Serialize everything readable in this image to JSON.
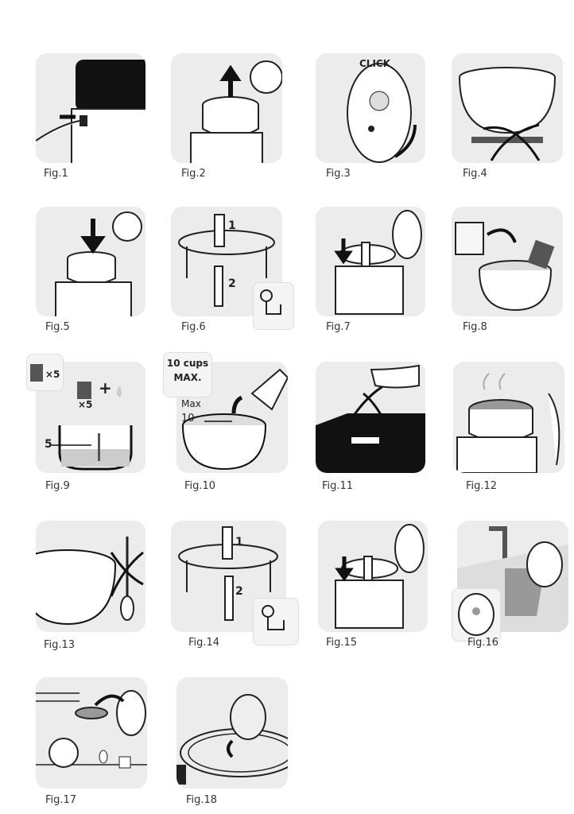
{
  "figures": [
    {
      "label": "Fig.1"
    },
    {
      "label": "Fig.2"
    },
    {
      "label": "Fig.3",
      "text": "CLICK"
    },
    {
      "label": "Fig.4"
    },
    {
      "label": "Fig.5"
    },
    {
      "label": "Fig.6",
      "step1": "1",
      "step2": "2"
    },
    {
      "label": "Fig.7"
    },
    {
      "label": "Fig.8"
    },
    {
      "label": "Fig.9",
      "inset_text": "×5",
      "cup_text": "×5",
      "plus": "+",
      "level": "5"
    },
    {
      "label": "Fig.10",
      "inset_line1": "10 cups",
      "inset_line2": "MAX.",
      "max_line1": "Max",
      "max_line2": "10"
    },
    {
      "label": "Fig.11"
    },
    {
      "label": "Fig.12"
    },
    {
      "label": "Fig.13"
    },
    {
      "label": "Fig.14",
      "step1": "1",
      "step2": "2"
    },
    {
      "label": "Fig.15"
    },
    {
      "label": "Fig.16"
    },
    {
      "label": "Fig.17"
    },
    {
      "label": "Fig.18"
    }
  ]
}
